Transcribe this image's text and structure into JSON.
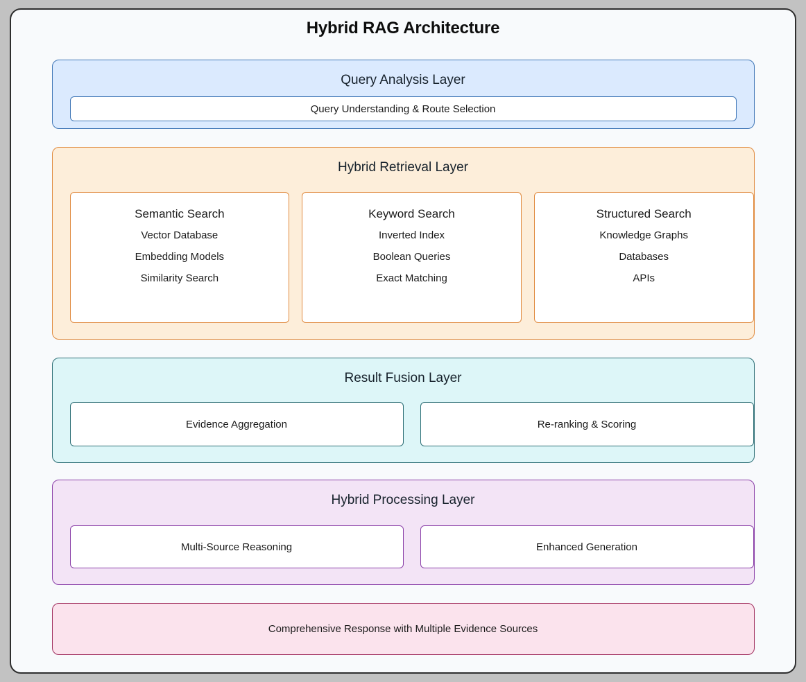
{
  "page": {
    "title": "Hybrid RAG Architecture"
  },
  "colors": {
    "page_background": "#c2c2c2",
    "card_background": "#f8fafc",
    "card_border": "#2e2e2e",
    "query_bg": "#dbeafe",
    "query_border": "#3f76b6",
    "retrieval_bg": "#fdeeda",
    "retrieval_border": "#e08a3e",
    "fusion_bg": "#ddf6f8",
    "fusion_border": "#2c6e75",
    "processing_bg": "#f3e4f6",
    "processing_border": "#8a3fa8",
    "output_bg": "#fbe3ed",
    "output_border": "#a02d5d",
    "node_bg": "#ffffff",
    "text": "#1a1a1a"
  },
  "layers": {
    "query": {
      "title": "Query Analysis Layer",
      "node": "Query Understanding & Route Selection"
    },
    "retrieval": {
      "title": "Hybrid Retrieval Layer",
      "columns": [
        {
          "heading": "Semantic Search",
          "items": [
            "Vector Database",
            "Embedding Models",
            "Similarity Search"
          ]
        },
        {
          "heading": "Keyword Search",
          "items": [
            "Inverted Index",
            "Boolean Queries",
            "Exact Matching"
          ]
        },
        {
          "heading": "Structured Search",
          "items": [
            "Knowledge Graphs",
            "Databases",
            "APIs"
          ]
        }
      ]
    },
    "fusion": {
      "title": "Result Fusion Layer",
      "nodes": [
        "Evidence Aggregation",
        "Re-ranking & Scoring"
      ]
    },
    "processing": {
      "title": "Hybrid Processing Layer",
      "nodes": [
        "Multi-Source Reasoning",
        "Enhanced Generation"
      ]
    },
    "output": {
      "label": "Comprehensive Response with Multiple Evidence Sources"
    }
  }
}
